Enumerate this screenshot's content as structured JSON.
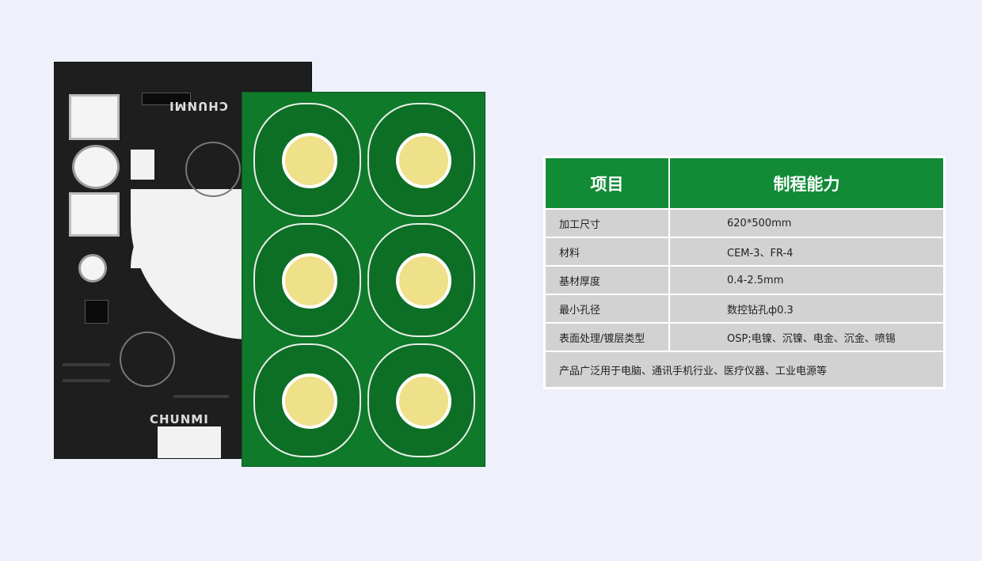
{
  "spec_table": {
    "headers": [
      "项目",
      "制程能力"
    ],
    "rows": [
      {
        "item": "加工尺寸",
        "value": "620*500mm"
      },
      {
        "item": "材料",
        "value": "CEM-3、FR-4"
      },
      {
        "item": "基材厚度",
        "value": "0.4-2.5mm"
      },
      {
        "item": "最小孔径",
        "value": "数控钻孔ф0.3"
      },
      {
        "item": "表面处理/镀层类型",
        "value": "OSP;电镍、沉镍、电金、沉金、喷锡"
      }
    ],
    "footer": "产品广泛用于电脑、通讯手机行业、医疗仪器、工业电源等",
    "colors": {
      "header_bg": "#128b37",
      "row_bg": "#d2d2d2"
    }
  },
  "photo": {
    "board_marking_1": "CHUNMI",
    "board_marking_2": "CHUNMI"
  }
}
